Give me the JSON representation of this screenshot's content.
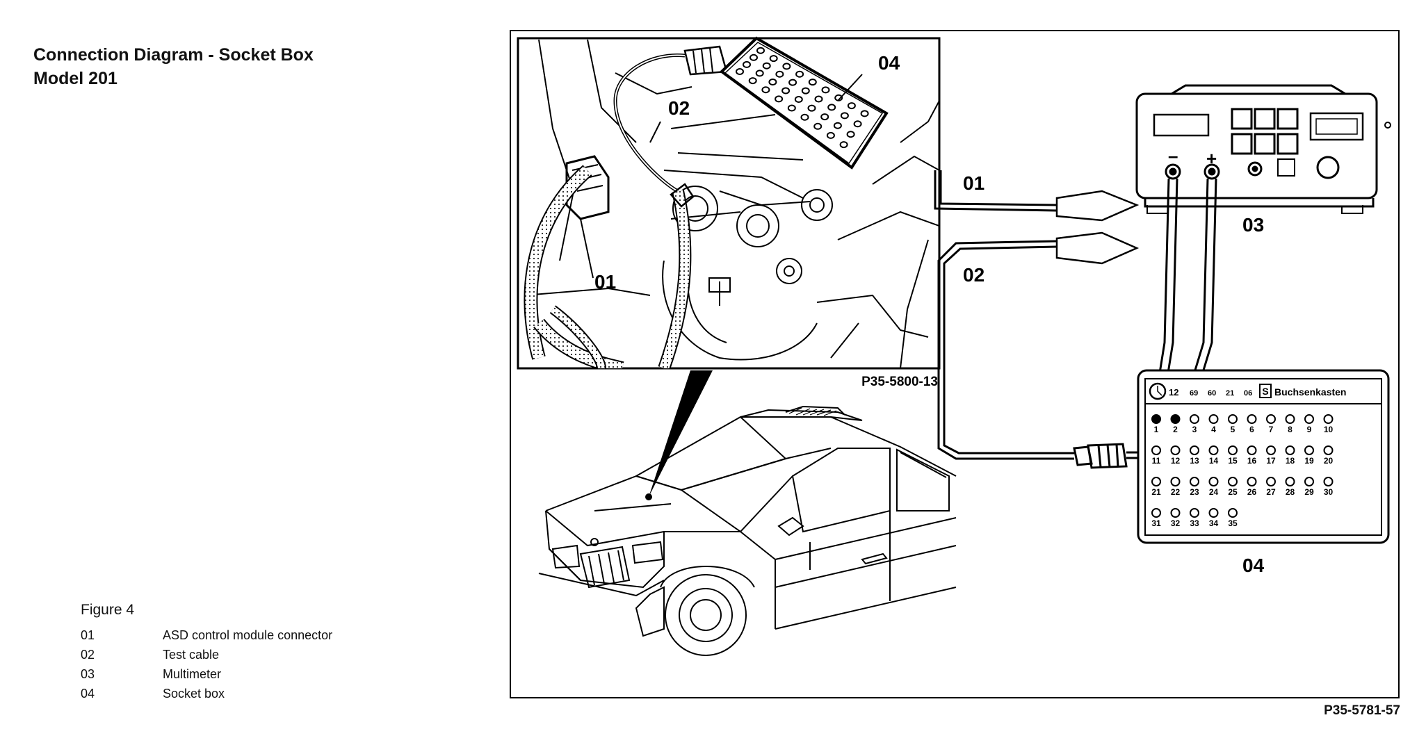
{
  "heading": {
    "line1": "Connection Diagram - Socket Box",
    "line2": "Model 201"
  },
  "figure": {
    "label": "Figure 4",
    "legend": [
      {
        "num": "01",
        "text": "ASD control module connector"
      },
      {
        "num": "02",
        "text": "Test cable"
      },
      {
        "num": "03",
        "text": "Multimeter"
      },
      {
        "num": "04",
        "text": "Socket box"
      }
    ]
  },
  "diagram": {
    "detail_ref": "P35-5800-13",
    "figure_ref": "P35-5781-57",
    "callouts": {
      "connector": "01",
      "cable": "02",
      "multimeter": "03",
      "socket_box_top": "04",
      "socket_box_bottom": "04"
    },
    "detail_callouts": {
      "connector": "01",
      "cable": "02",
      "socket_box": "04"
    },
    "multimeter": {
      "minus": "–",
      "plus": "+"
    },
    "socket_box": {
      "header_codes": [
        "12",
        "69",
        "60",
        "21",
        "06"
      ],
      "badge": "S",
      "header_title": "Buchsenkasten",
      "sockets": [
        "1",
        "2",
        "3",
        "4",
        "5",
        "6",
        "7",
        "8",
        "9",
        "10",
        "11",
        "12",
        "13",
        "14",
        "15",
        "16",
        "17",
        "18",
        "19",
        "20",
        "21",
        "22",
        "23",
        "24",
        "25",
        "26",
        "27",
        "28",
        "29",
        "30",
        "31",
        "32",
        "33",
        "34",
        "35"
      ]
    }
  }
}
